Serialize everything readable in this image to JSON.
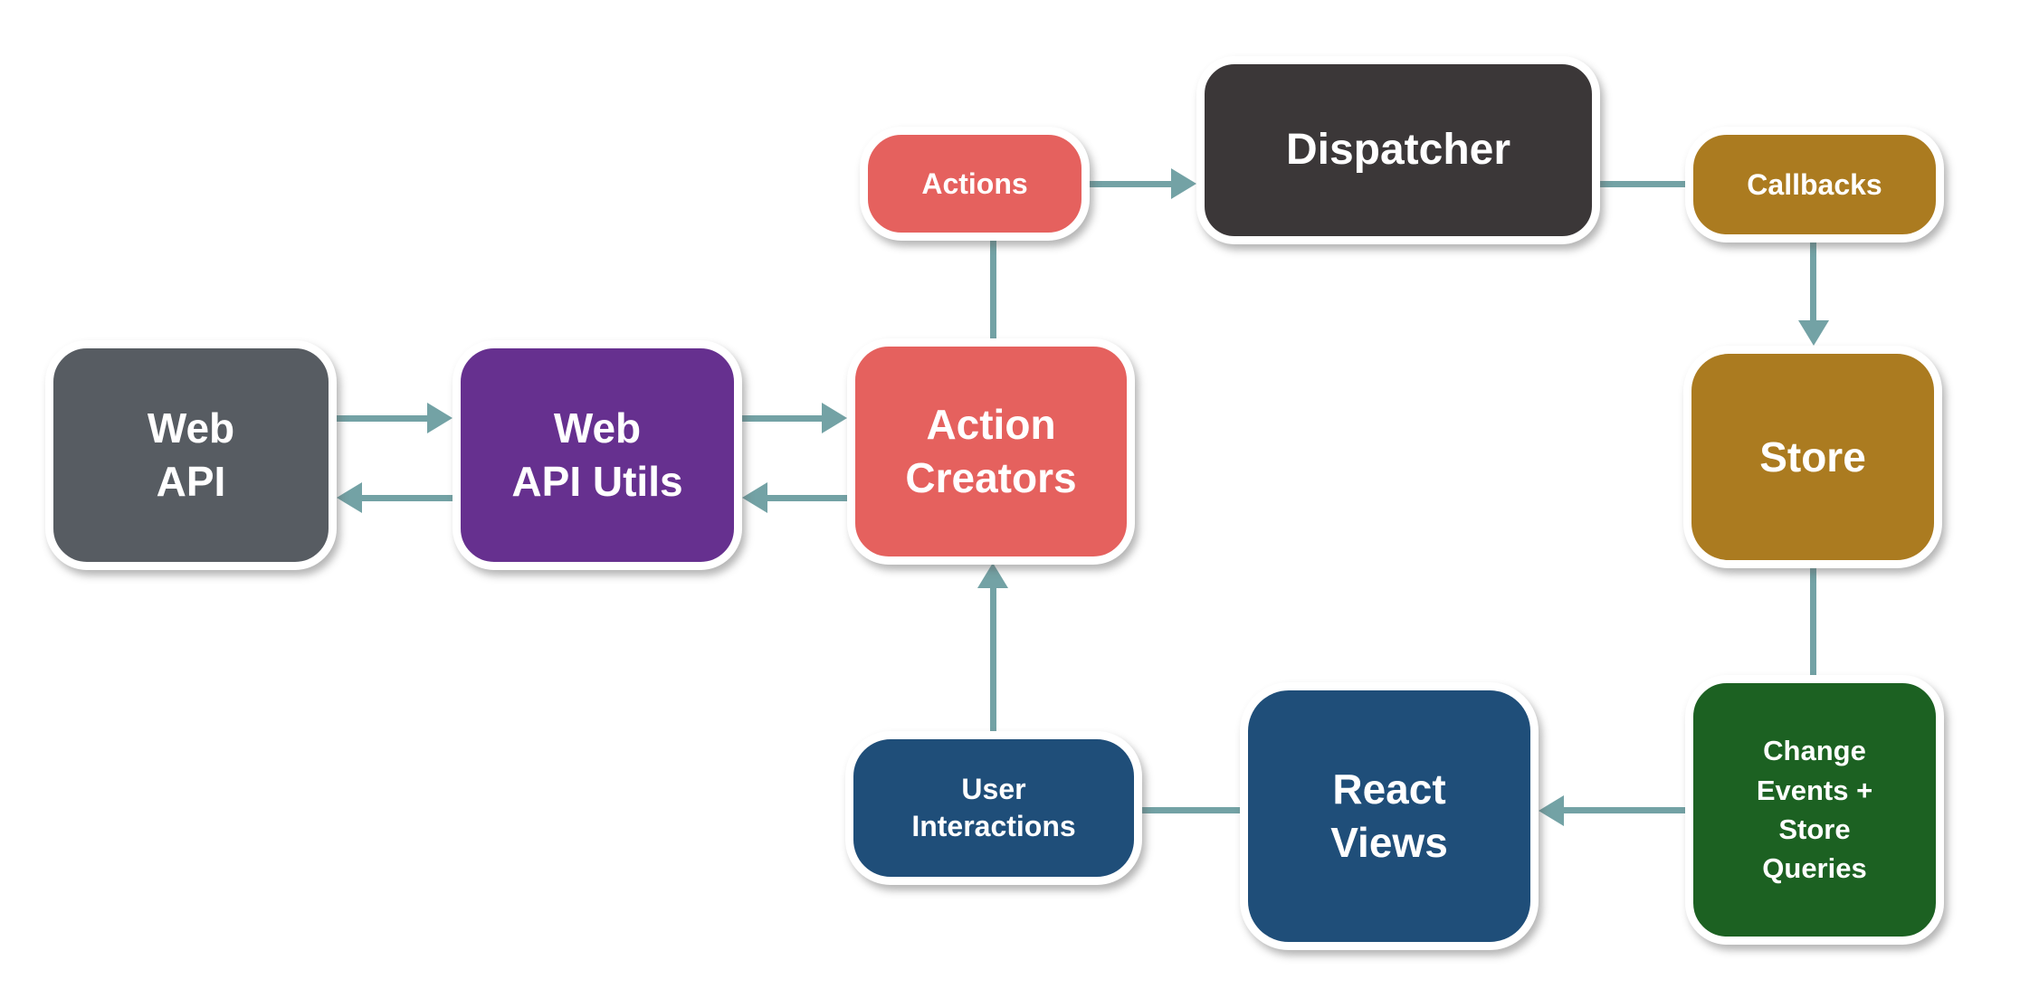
{
  "diagram": {
    "type": "flowchart",
    "subject": "Flux application architecture data flow",
    "background_color": "#ffffff",
    "connector_color": "#73A2A5",
    "node_border_color": "#ffffff",
    "text_color": "#ffffff",
    "nodes": {
      "web_api": {
        "label": "Web\nAPI",
        "color": "#575C62"
      },
      "web_api_utils": {
        "label": "Web\nAPI Utils",
        "color": "#66308F"
      },
      "action_creators": {
        "label": "Action\nCreators",
        "color": "#E5615E"
      },
      "actions": {
        "label": "Actions",
        "color": "#E5615E"
      },
      "dispatcher": {
        "label": "Dispatcher",
        "color": "#3B3738"
      },
      "callbacks": {
        "label": "Callbacks",
        "color": "#AB7B20"
      },
      "store": {
        "label": "Store",
        "color": "#AB7B20"
      },
      "change_events": {
        "label": "Change\nEvents +\nStore\nQueries",
        "color": "#1C6122"
      },
      "react_views": {
        "label": "React\nViews",
        "color": "#1F4E79"
      },
      "user_interactions": {
        "label": "User\nInteractions",
        "color": "#1F4E79"
      }
    },
    "edges": [
      {
        "from": "web_api",
        "to": "web_api_utils",
        "style": "arrow"
      },
      {
        "from": "web_api_utils",
        "to": "web_api",
        "style": "arrow"
      },
      {
        "from": "web_api_utils",
        "to": "action_creators",
        "style": "arrow"
      },
      {
        "from": "action_creators",
        "to": "web_api_utils",
        "style": "arrow"
      },
      {
        "from": "action_creators",
        "to": "actions",
        "style": "line"
      },
      {
        "from": "actions",
        "to": "dispatcher",
        "style": "arrow"
      },
      {
        "from": "dispatcher",
        "to": "callbacks",
        "style": "line"
      },
      {
        "from": "callbacks",
        "to": "store",
        "style": "arrow"
      },
      {
        "from": "store",
        "to": "change_events",
        "style": "line"
      },
      {
        "from": "change_events",
        "to": "react_views",
        "style": "arrow"
      },
      {
        "from": "react_views",
        "to": "user_interactions",
        "style": "line"
      },
      {
        "from": "user_interactions",
        "to": "action_creators",
        "style": "arrow"
      }
    ]
  }
}
